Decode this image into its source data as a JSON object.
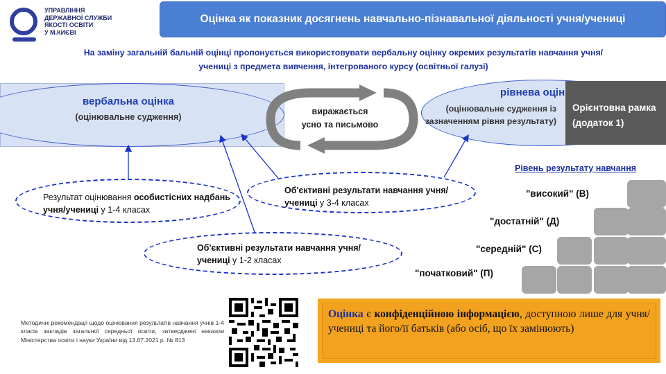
{
  "logo": {
    "lines": [
      "УПРАВЛІННЯ",
      "ДЕРЖАВНОЇ СЛУЖБИ",
      "ЯКОСТІ ОСВІТИ",
      "У М.КИЄВІ"
    ]
  },
  "title": "Оцінка як показник досягнень навчально-пізнавальної діяльності учня/учениці",
  "intro": "На заміну загальній бальній оцінці пропонується використовувати вербальну оцінку окремих результатів навчання учня/учениці з предмета вивчення, інтегрованого курсу (освітньої галузі)",
  "verbal": {
    "title": "вербальна оцінка",
    "subtitle": "(оцінювальне судження)"
  },
  "cycle": {
    "line1": "виражається",
    "line2": "усно та письмово"
  },
  "level": {
    "title": "рівнева оцінка",
    "subtitle": "(оцінювальне судження із зазначенням рівня результату)"
  },
  "frame": {
    "label": "Орієнтовна рамка (додаток 1)"
  },
  "ovals": {
    "personal": {
      "prefix": "Результат оцінювання ",
      "bold": "особистісних надбань учня/учениці",
      "suffix": " у 1-4 класах"
    },
    "objective34": {
      "bold": "Об'єктивні результати навчання учня/учениці",
      "suffix": " у 3-4 класах"
    },
    "objective12": {
      "bold": "Об'єктивні результати навчання учня/учениці",
      "suffix": " у 1-2 класах"
    }
  },
  "levels": {
    "heading": "Рівень результату навчання",
    "items": [
      "\"високий\" (В)",
      "\"достатній\" (Д)",
      "\"середній\" (С)",
      "\"початковий\" (П)"
    ]
  },
  "footnote": "Методичні рекомендації щодо оцінювання результатів навчання учнів 1-4 класів закладів загальної середньої освіти, затверджені наказом Міністерства освіти і науки України від 13.07.2021 р. № 813",
  "notice": {
    "keyword": "Оцінка",
    "part1": " є ",
    "strong": "конфіденційною інформацією",
    "part2": ", доступною лише для учня/учениці та його/її батьків (або осіб, що їх замінюють)"
  },
  "colors": {
    "banner": "#4a7fd4",
    "accent_blue": "#1a2fa0",
    "ellipse_fill": "#d8e2f5",
    "frame_gray": "#595959",
    "step_gray": "#a6a6a6",
    "notice_orange": "#f5a623"
  }
}
